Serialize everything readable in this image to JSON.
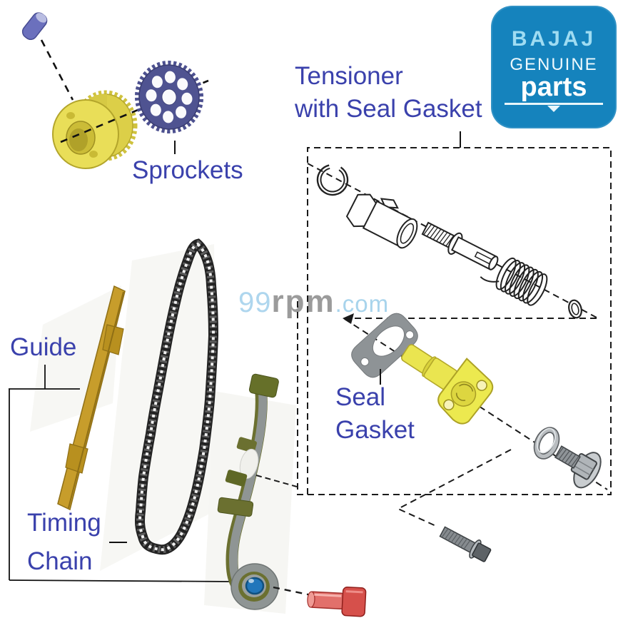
{
  "page": {
    "background": "#ffffff"
  },
  "logo": {
    "brand": "BAJAJ",
    "genuine": "GENUINE",
    "parts": "parts",
    "bg_color": "#1583bd",
    "brand_color": "#9fdcf2",
    "text_color": "#ffffff"
  },
  "watermark": {
    "num": "99",
    "rpm": "rpm",
    "com": ".com"
  },
  "labels": {
    "color": "#3a41ac",
    "sprockets": "Sprockets",
    "tensioner_line1": "Tensioner",
    "tensioner_line2": "with Seal Gasket",
    "guide": "Guide",
    "seal_line1": "Seal",
    "seal_line2": "Gasket",
    "timing_line1": "Timing",
    "timing_line2": "Chain"
  },
  "parts": [
    {
      "name": "dowel-pin",
      "color": "#6b70bd"
    },
    {
      "name": "camshaft-gear",
      "color": "#e9de58"
    },
    {
      "name": "cam-sprocket",
      "color": "#4d5190"
    },
    {
      "name": "circlip",
      "color": "#ffffff"
    },
    {
      "name": "tensioner-body",
      "color": "#ffffff"
    },
    {
      "name": "tensioner-screw",
      "color": "#ffffff"
    },
    {
      "name": "tensioner-spring",
      "color": "#ffffff"
    },
    {
      "name": "o-ring-small",
      "color": "#ffffff"
    },
    {
      "name": "seal-gasket",
      "color": "#8e9396"
    },
    {
      "name": "tensioner-cap",
      "color": "#eae550"
    },
    {
      "name": "o-ring",
      "color": "#b9bdc0"
    },
    {
      "name": "plug-bolt",
      "color": "#b0b5b9"
    },
    {
      "name": "mounting-bolt",
      "color": "#868b8f"
    },
    {
      "name": "chain-guide",
      "color": "#c79d2b"
    },
    {
      "name": "timing-chain",
      "color": "#232323"
    },
    {
      "name": "tensioner-arm",
      "color": "#8f9594"
    },
    {
      "name": "arm-roller",
      "color": "#2176bb"
    },
    {
      "name": "roller-pin",
      "color": "#e06a66"
    }
  ]
}
